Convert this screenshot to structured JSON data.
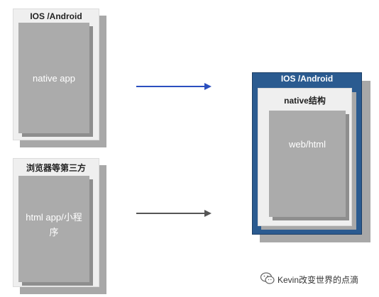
{
  "diagram": {
    "left_top": {
      "title": "IOS /Android",
      "inner_label": "native app"
    },
    "left_bottom": {
      "title": "浏览器等第三方",
      "inner_label_line1": "html app/小程",
      "inner_label_line2": "序"
    },
    "right": {
      "outer_title": "IOS /Android",
      "mid_title": "native结构",
      "inner_label": "web/html"
    },
    "colors": {
      "blue_frame": "#2b5b90",
      "arrow_blue": "#2b4fbf",
      "arrow_gray": "#555555",
      "panel_gray": "#a9a9a9"
    }
  },
  "watermark": {
    "text": "Kevin改变世界的点滴",
    "icon": "wechat-icon"
  }
}
